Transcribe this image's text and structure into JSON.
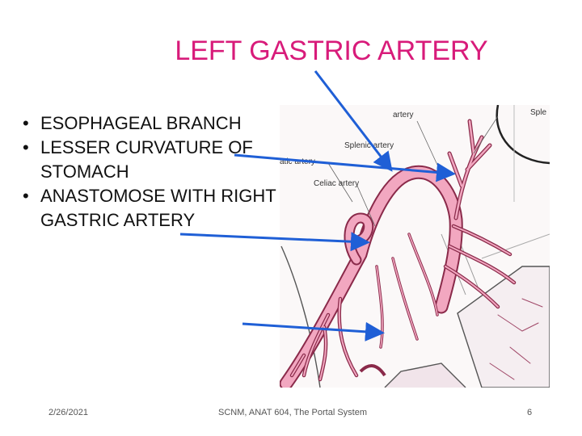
{
  "slide": {
    "title": "LEFT GASTRIC ARTERY",
    "bullets": [
      "ESOPHAGEAL BRANCH",
      "LESSER CURVATURE OF STOMACH",
      "ANASTOMOSE WITH RIGHT GASTRIC ARTERY"
    ]
  },
  "figure": {
    "labels": {
      "artery": "artery",
      "splenic": "Sple",
      "splenic_artery": "Splenic artery",
      "hepatic_artery": "atic artery",
      "celiac_artery": "Celiac artery"
    }
  },
  "footer": {
    "date": "2/26/2021",
    "course": "SCNM, ANAT 604, The Portal System",
    "page": "6"
  },
  "colors": {
    "title": "#d81b7a",
    "arrow": "#1f5fd6",
    "artery_fill": "#f2a7c0",
    "artery_stroke": "#8a2a4a"
  }
}
